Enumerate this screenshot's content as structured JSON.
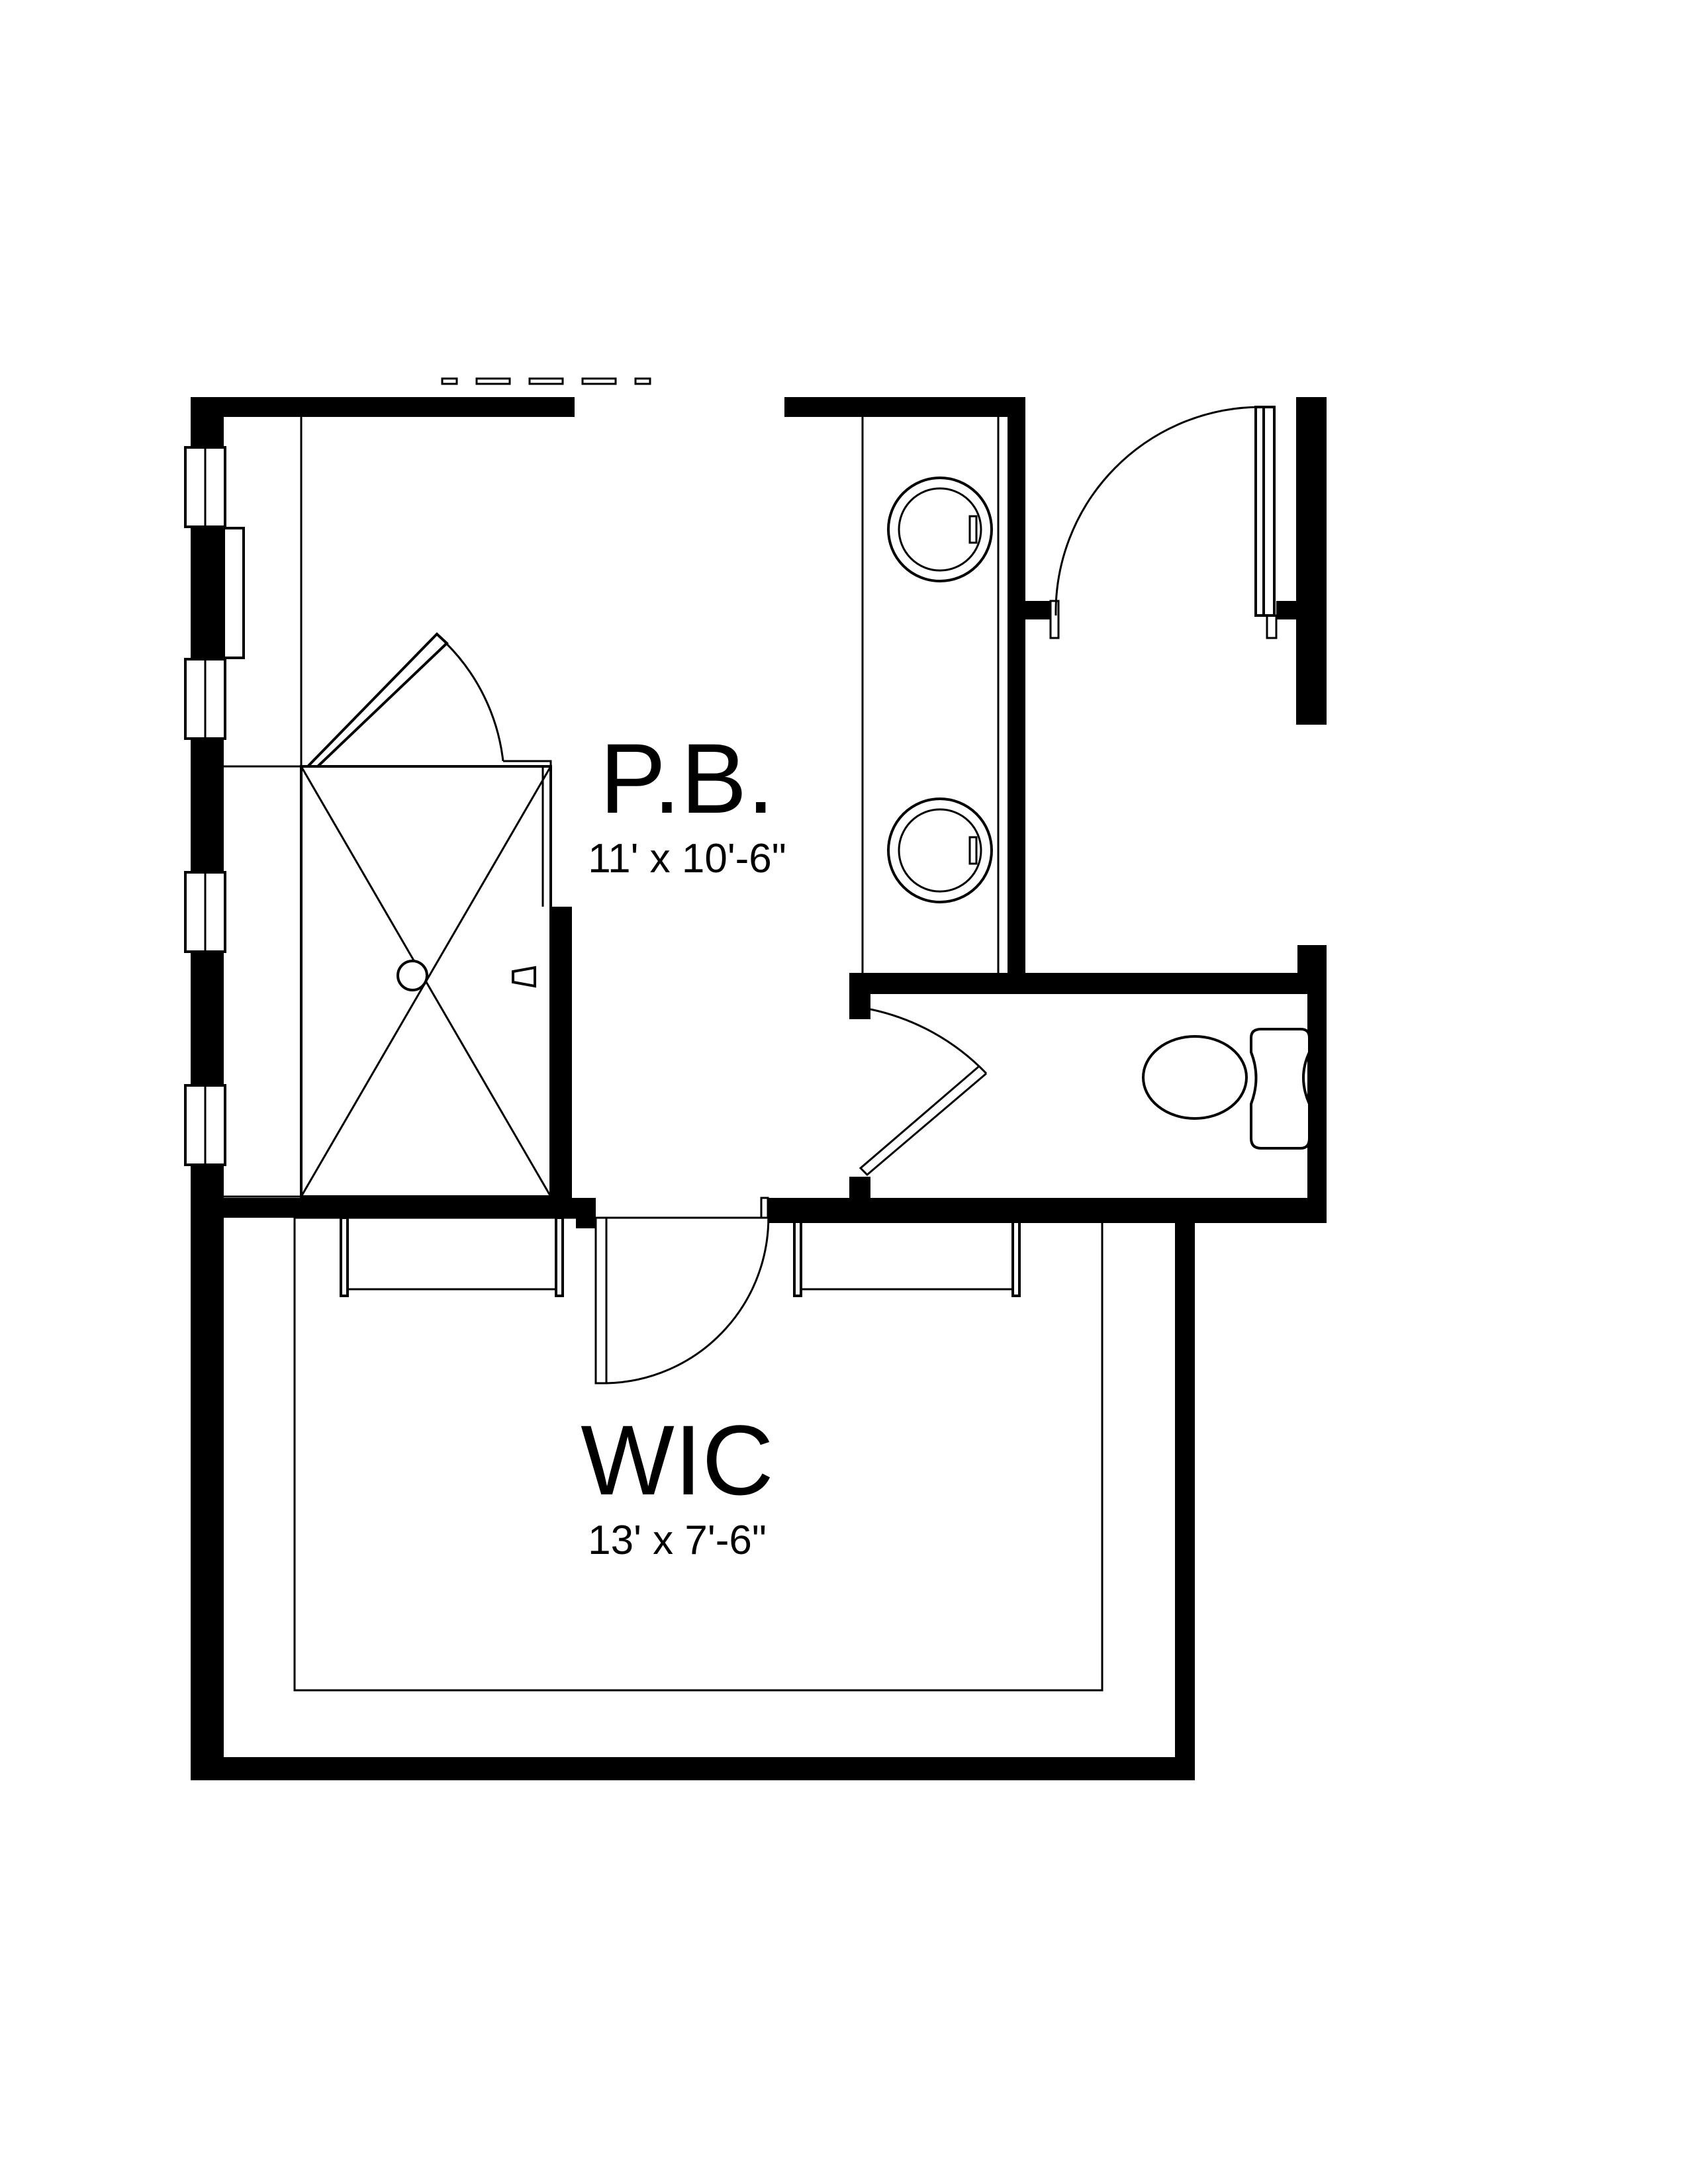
{
  "rooms": {
    "primary_bath": {
      "name": "P.B.",
      "dimensions": "11' x 10'-6\""
    },
    "walk_in_closet": {
      "name": "WIC",
      "dimensions": "13' x 7'-6\""
    }
  },
  "colors": {
    "wall": "#000000",
    "background": "#ffffff",
    "line": "#000000"
  }
}
